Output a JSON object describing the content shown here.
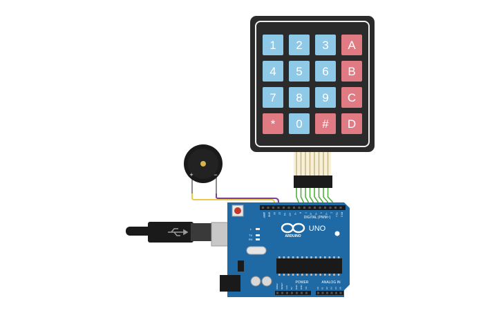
{
  "keypad": {
    "rows": [
      [
        {
          "label": "1",
          "kind": "num"
        },
        {
          "label": "2",
          "kind": "num"
        },
        {
          "label": "3",
          "kind": "num"
        },
        {
          "label": "A",
          "kind": "letter"
        }
      ],
      [
        {
          "label": "4",
          "kind": "num"
        },
        {
          "label": "5",
          "kind": "num"
        },
        {
          "label": "6",
          "kind": "num"
        },
        {
          "label": "B",
          "kind": "letter"
        }
      ],
      [
        {
          "label": "7",
          "kind": "num"
        },
        {
          "label": "8",
          "kind": "num"
        },
        {
          "label": "9",
          "kind": "num"
        },
        {
          "label": "C",
          "kind": "letter"
        }
      ],
      [
        {
          "label": "*",
          "kind": "letter"
        },
        {
          "label": "0",
          "kind": "num"
        },
        {
          "label": "#",
          "kind": "letter"
        },
        {
          "label": "D",
          "kind": "letter"
        }
      ]
    ]
  },
  "buzzer": {
    "plus_label": "+",
    "minus_label": "−"
  },
  "arduino": {
    "brand": "ARDUINO",
    "model": "UNO",
    "digital_header": "DIGITAL (PWM~)",
    "power_label": "POWER",
    "analog_label": "ANALOG IN",
    "tx_label": "TX",
    "rx_label": "RX",
    "l_label": "L",
    "aref_label": "AREF",
    "gnd_label": "GND",
    "digital_pins": [
      "13",
      "12",
      "~11",
      "~10",
      "~9",
      "8",
      "7",
      "~6",
      "~5",
      "4",
      "~3",
      "2",
      "TX 1",
      "RX 0"
    ],
    "power_pins": [
      "IOREF",
      "RESET",
      "3.3V",
      "5V",
      "GND",
      "GND",
      "Vin"
    ],
    "analog_pins": [
      "A0",
      "A1",
      "A2",
      "A3",
      "A4",
      "A5"
    ]
  },
  "colors": {
    "num_key": "#8fc9e8",
    "letter_key": "#e07b84",
    "keypad_body": "#2b2b2b",
    "board": "#1f6aa5",
    "wire_yellow": "#e9c84a",
    "wire_purple": "#7a3f9a",
    "wire_green": "#4fb13c"
  }
}
